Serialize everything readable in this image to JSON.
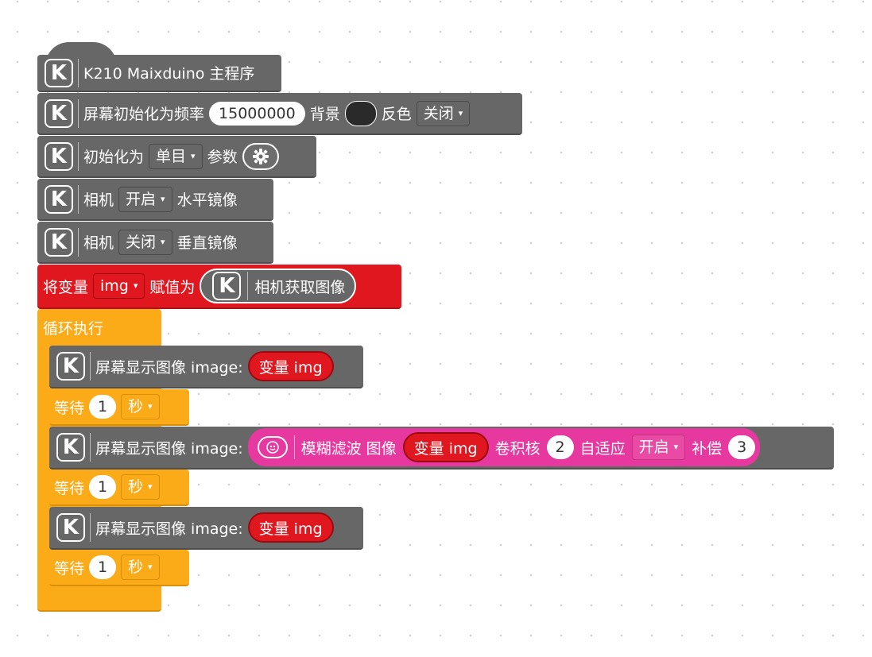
{
  "program": {
    "main_block": {
      "label": "K210 Maixduino 主程序"
    },
    "screen_init": {
      "label": "屏幕初始化为频率",
      "freq": "15000000",
      "bg_label": "背景",
      "invert_label": "反色",
      "invert_value": "关闭"
    },
    "init": {
      "label": "初始化为",
      "mode": "单目",
      "params_label": "参数"
    },
    "camera_hmirror": {
      "label": "相机",
      "value": "开启",
      "suffix": "水平镜像"
    },
    "camera_vflip": {
      "label": "相机",
      "value": "关闭",
      "suffix": "垂直镜像"
    },
    "set_var": {
      "label": "将变量",
      "var": "img",
      "assign": "赋值为",
      "value_label": "相机获取图像"
    },
    "loop": {
      "label": "循环执行",
      "display_label": "屏幕显示图像 image:",
      "var_pill": "变量 img",
      "wait_label": "等待",
      "wait_value": "1",
      "wait_unit": "秒",
      "blur": {
        "label": "模糊滤波 图像",
        "var": "变量 img",
        "kernel_label": "卷积核",
        "kernel": "2",
        "adaptive_label": "自适应",
        "adaptive_value": "开启",
        "offset_label": "补偿",
        "offset": "3"
      }
    }
  },
  "icons": {
    "k": "K",
    "kicon": "k-logo-icon",
    "gear": "gear-icon",
    "eye": "eye-icon",
    "caret": "▾"
  },
  "colors": {
    "gray": "#676767",
    "red": "#e0171f",
    "orange": "#fcab18",
    "pink": "#e6389f",
    "swatch": "#2a2a2a"
  }
}
